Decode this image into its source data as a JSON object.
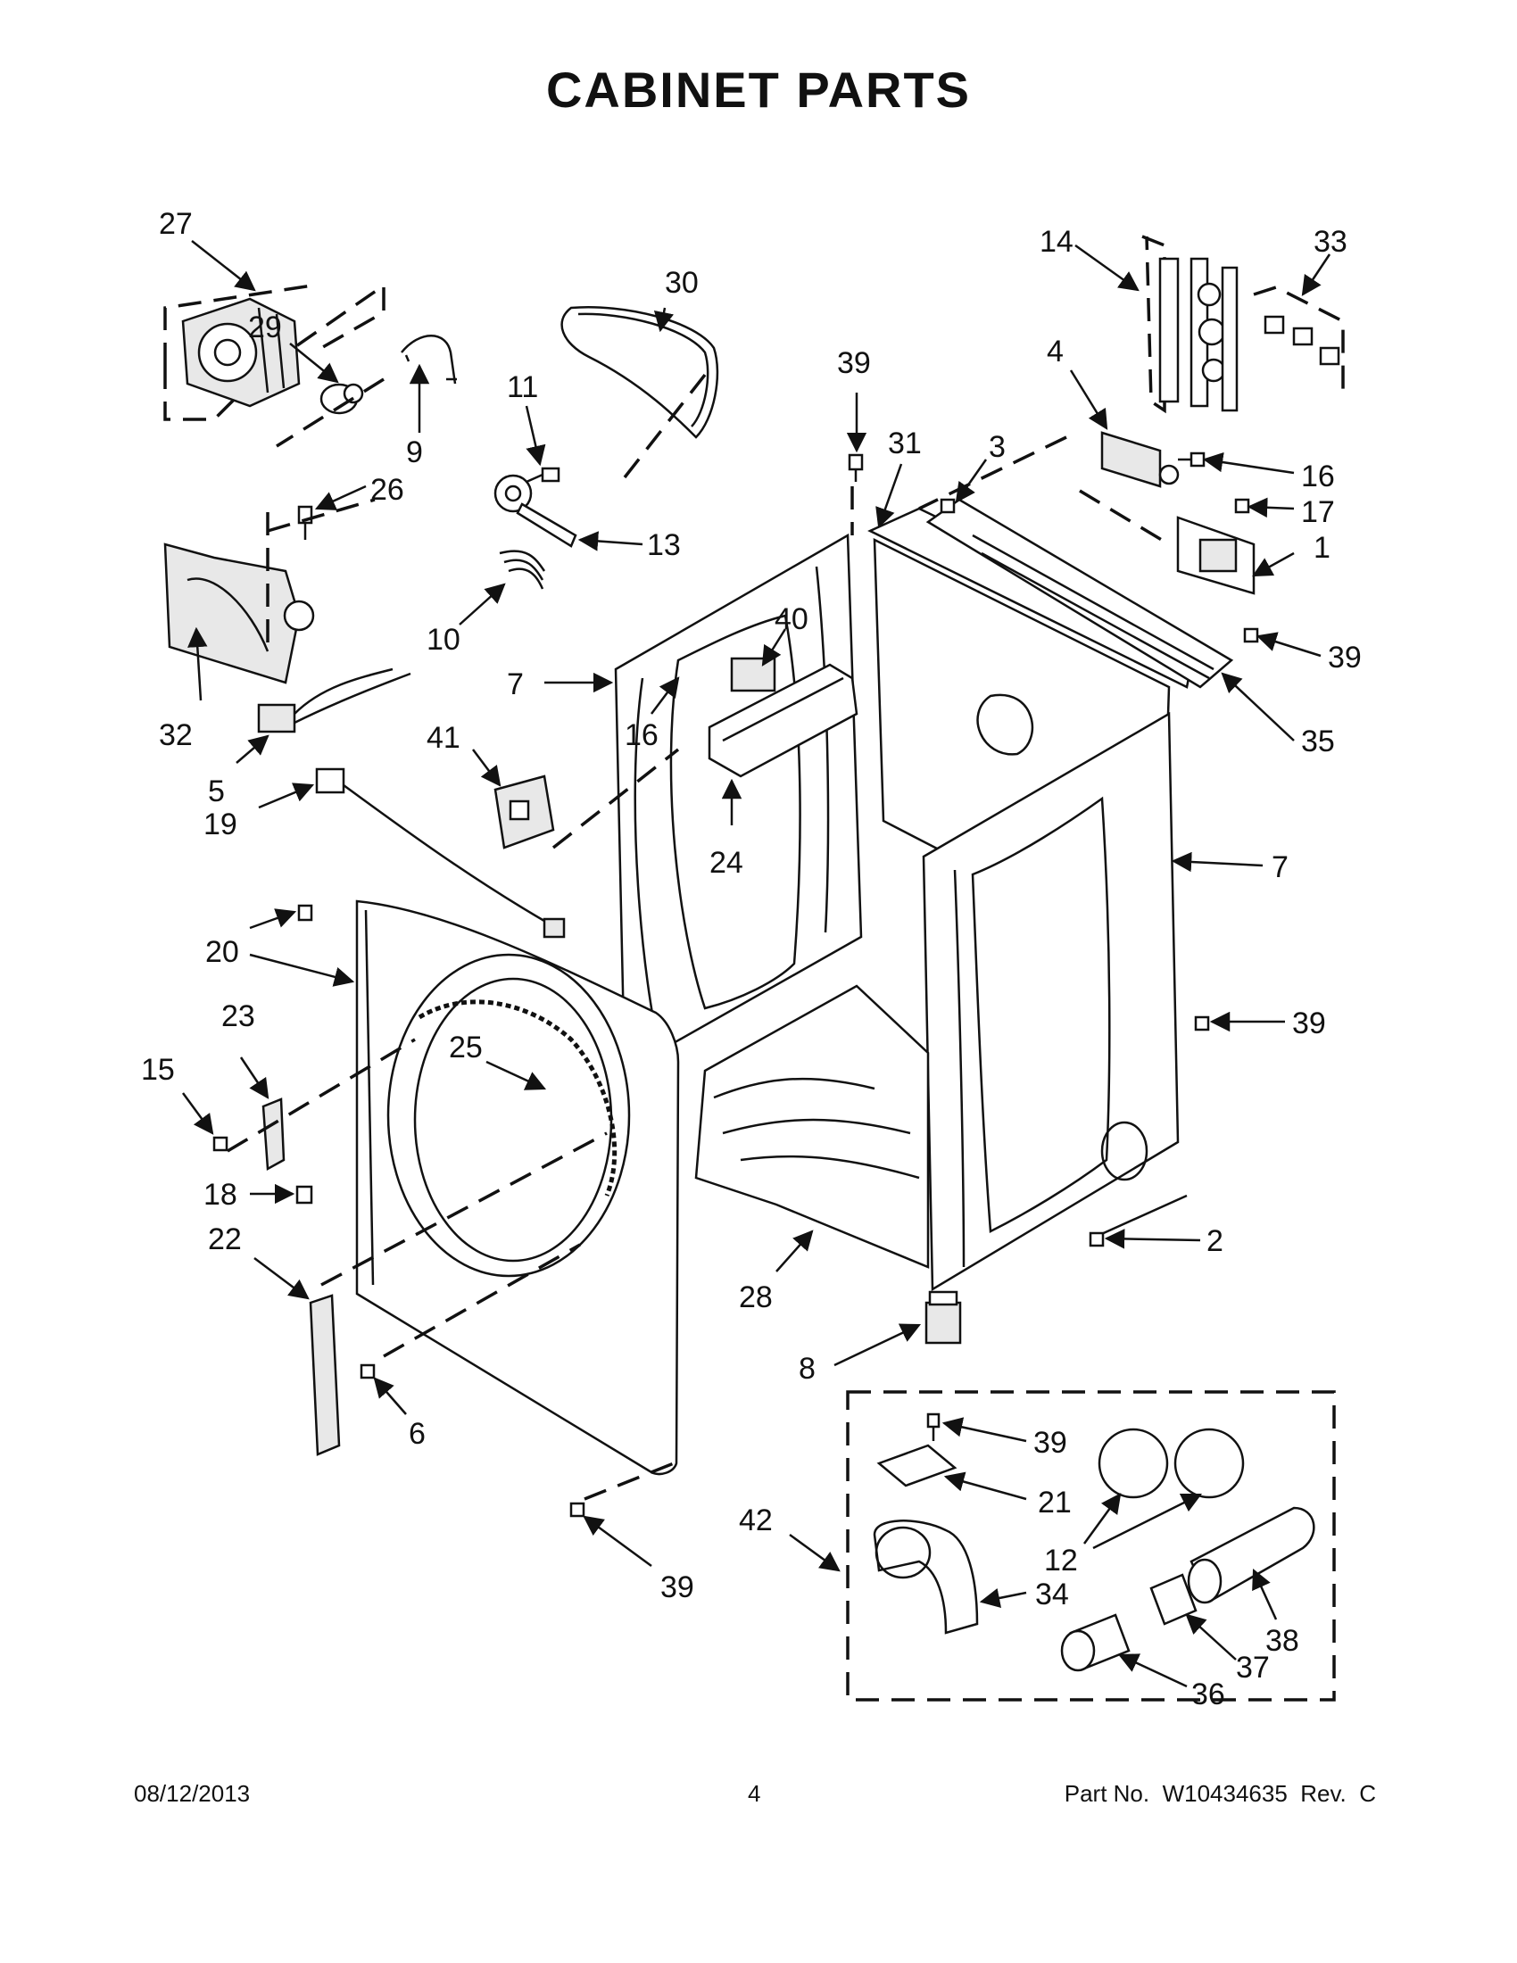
{
  "title": "CABINET PARTS",
  "footer": {
    "date": "08/12/2013",
    "page": "4",
    "part_number": "Part No.  W10434635  Rev.  C"
  },
  "callouts": [
    "27",
    "29",
    "9",
    "26",
    "32",
    "5",
    "19",
    "30",
    "11",
    "13",
    "10",
    "7",
    "16",
    "40",
    "24",
    "41",
    "39",
    "31",
    "3",
    "14",
    "33",
    "4",
    "16",
    "17",
    "1",
    "39",
    "35",
    "7",
    "39",
    "2",
    "20",
    "23",
    "25",
    "15",
    "18",
    "22",
    "6",
    "39",
    "28",
    "8",
    "39",
    "21",
    "12",
    "42",
    "34",
    "37",
    "38",
    "36"
  ]
}
